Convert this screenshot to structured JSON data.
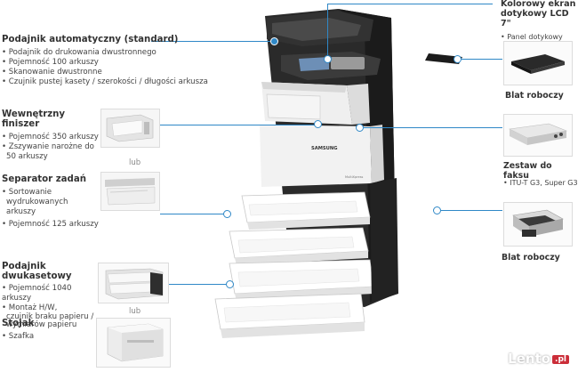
{
  "left": {
    "adf": {
      "title": "Podajnik automatyczny (standard)",
      "items": [
        "• Podajnik do drukowania dwustronnego",
        "• Pojemność 100 arkuszy",
        "• Skanowanie dwustronne",
        "• Czujnik pustej kasety / szerokości / długości arkusza"
      ]
    },
    "finisher": {
      "title": "Wewnętrzny finiszer",
      "items": [
        "• Pojemność 350 arkuszy",
        "• Zszywanie narożne do",
        "50 arkuszy"
      ]
    },
    "lub1": "lub",
    "separator": {
      "title": "Separator zadań",
      "items": [
        "• Sortowanie",
        "wydrukowanych arkuszy",
        "• Pojemność 125 arkuszy"
      ]
    },
    "dual": {
      "title": "Podajnik dwukasetowy",
      "items": [
        "• Pojemność 1040 arkuszy",
        "• Montaż H/W,",
        "czujnik braku papieru /",
        "wymiarów papieru"
      ]
    },
    "lub2": "lub",
    "stand": {
      "title": "Stojak",
      "items": [
        "• Szafka"
      ]
    }
  },
  "right": {
    "lcd": {
      "title_line1": "Kolorowy ekran",
      "title_line2": "dotykowy LCD 7\"",
      "items": [
        "• Panel dotykowy"
      ]
    },
    "tray1": {
      "title": "Blat roboczy"
    },
    "fax": {
      "title": "Zestaw do faksu",
      "items": [
        "• ITU-T G3, Super G3"
      ]
    },
    "tray2": {
      "title": "Blat roboczy"
    }
  },
  "printer": {
    "brand": "SAMSUNG",
    "model": "MultiXpress"
  },
  "watermark": {
    "text": "Lento",
    "suffix": ".pl"
  },
  "colors": {
    "accent": "#2f88c7",
    "body": "#2b2b2b",
    "panel": "#e9e9e9"
  }
}
